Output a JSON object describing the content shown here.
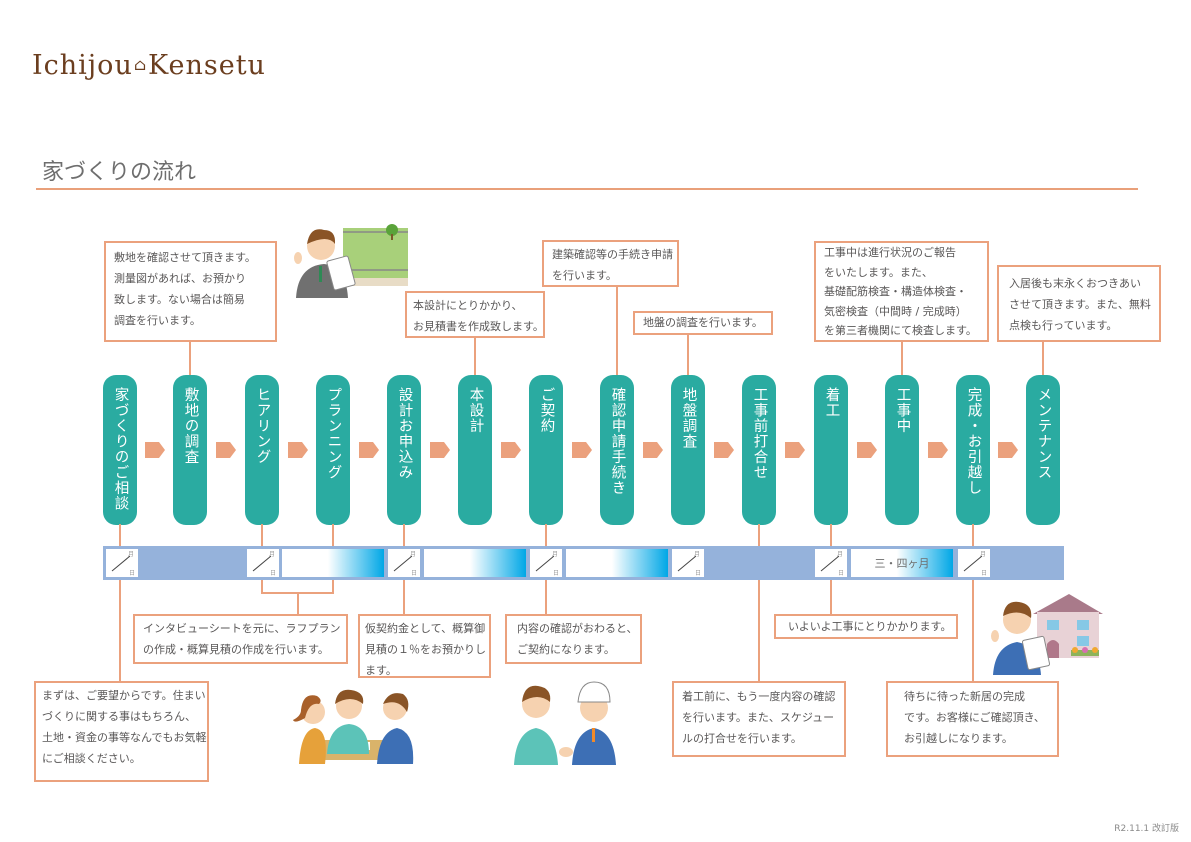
{
  "header": {
    "logo_left": "Ichijou",
    "logo_icon": "house-icon",
    "logo_right": "Kensetu",
    "title": "家づくりの流れ"
  },
  "steps": [
    {
      "label": "家づくりのご相談"
    },
    {
      "label": "敷地の調査"
    },
    {
      "label": "ヒアリング"
    },
    {
      "label": "プランニング"
    },
    {
      "label": "設計お申込み"
    },
    {
      "label": "本設計"
    },
    {
      "label": "ご契約"
    },
    {
      "label": "確認申請手続き"
    },
    {
      "label": "地盤調査"
    },
    {
      "label": "工事前打合せ"
    },
    {
      "label": "着工"
    },
    {
      "label": "工事中"
    },
    {
      "label": "完成・お引越し"
    },
    {
      "label": "メンテナンス"
    }
  ],
  "notes_top": {
    "site_survey": [
      "敷地を確認させて頂きます。",
      "測量図があれば、お預かり",
      "致します。ない場合は簡易",
      "調査を行います。"
    ],
    "main_design": [
      "本設計にとりかかり、",
      "お見積書を作成致します。"
    ],
    "permit": [
      "建築確認等の手続き申請",
      "を行います。"
    ],
    "ground": [
      "地盤の調査を行います。"
    ],
    "construction": [
      "工事中は進行状況のご報告",
      "をいたします。また、",
      "基礎配筋検査・構造体検査・",
      "気密検査（中間時 / 完成時）",
      "を第三者機関にて検査します。"
    ],
    "maintenance": [
      "入居後も末永くおつきあい",
      "させて頂きます。また、無料",
      "点検も行っています。"
    ]
  },
  "notes_bottom": {
    "consult": [
      "まずは、ご要望からです。住まい",
      "づくりに関する事はもちろん、",
      "土地・資金の事等なんでもお気軽",
      "にご相談ください。"
    ],
    "planning": [
      "インタビューシートを元に、ラフプラン",
      "の作成・概算見積の作成を行います。"
    ],
    "application": [
      "仮契約金として、概算御",
      "見積の１％をお預かりし",
      "ます。"
    ],
    "contract": [
      "内容の確認がおわると、",
      "ご契約になります。"
    ],
    "pre_meeting": [
      "着工前に、もう一度内容の確認",
      "を行います。また、スケジュー",
      "ルの打合せを行います。"
    ],
    "start": [
      "いよいよ工事にとりかかります。"
    ],
    "completion": [
      "待ちに待った新居の完成",
      "です。お客様にご確認頂き、",
      "お引越しになります。"
    ]
  },
  "timeline": {
    "date_month_label": "月",
    "date_day_label": "日",
    "construction_period": "三・四ヶ月"
  },
  "illustrations": {
    "top": "salesman-with-clipboard-and-lot",
    "bottom_left": "family-meeting-at-table",
    "bottom_middle": "handshake-with-builder",
    "bottom_right": "salesman-with-new-house"
  },
  "colors": {
    "pill": "#2aaba1",
    "arrow": "#eba17d",
    "border": "#eba17d",
    "timeline_bar": "#95b2db",
    "gradient_end": "#00a7e6"
  },
  "footer": {
    "revision": "R2.11.1 改訂版"
  }
}
